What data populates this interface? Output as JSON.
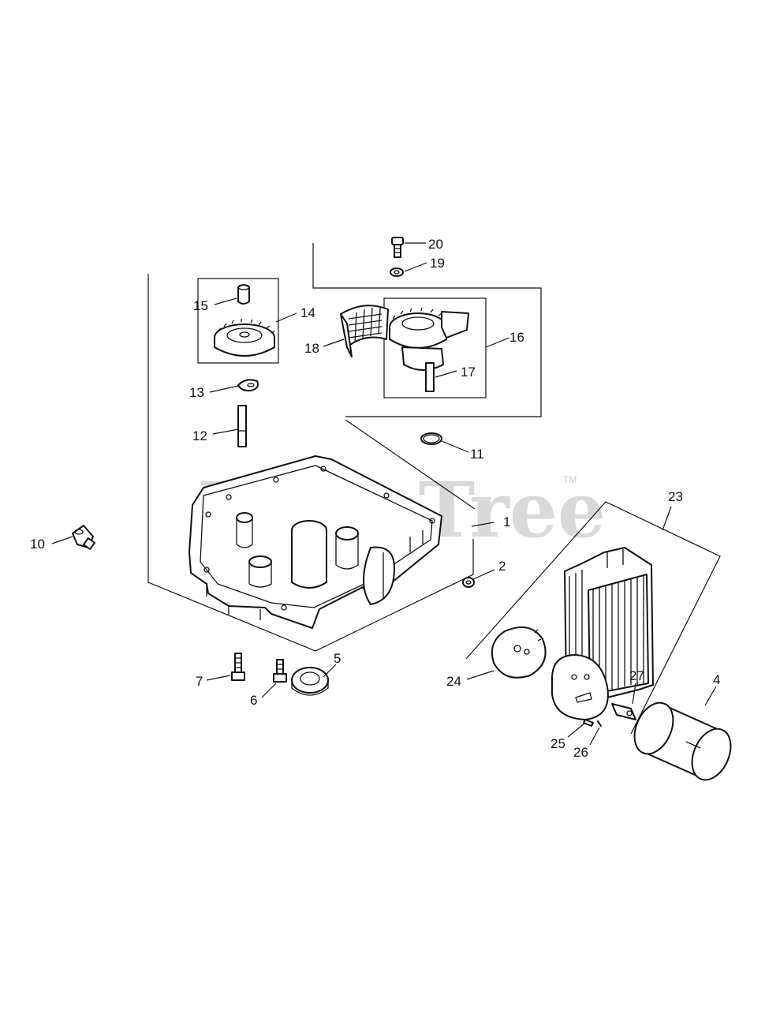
{
  "watermark": {
    "text": "PartsTree",
    "trademark": "TM"
  },
  "callouts": [
    {
      "id": "c1",
      "label": "1"
    },
    {
      "id": "c2",
      "label": "2"
    },
    {
      "id": "c4",
      "label": "4"
    },
    {
      "id": "c5",
      "label": "5"
    },
    {
      "id": "c6",
      "label": "6"
    },
    {
      "id": "c7",
      "label": "7"
    },
    {
      "id": "c10",
      "label": "10"
    },
    {
      "id": "c11",
      "label": "11"
    },
    {
      "id": "c12",
      "label": "12"
    },
    {
      "id": "c13",
      "label": "13"
    },
    {
      "id": "c14",
      "label": "14"
    },
    {
      "id": "c15",
      "label": "15"
    },
    {
      "id": "c16",
      "label": "16"
    },
    {
      "id": "c17",
      "label": "17"
    },
    {
      "id": "c18",
      "label": "18"
    },
    {
      "id": "c19",
      "label": "19"
    },
    {
      "id": "c20",
      "label": "20"
    },
    {
      "id": "c23",
      "label": "23"
    },
    {
      "id": "c24",
      "label": "24"
    },
    {
      "id": "c25",
      "label": "25"
    },
    {
      "id": "c26",
      "label": "26"
    },
    {
      "id": "c27",
      "label": "27"
    }
  ]
}
